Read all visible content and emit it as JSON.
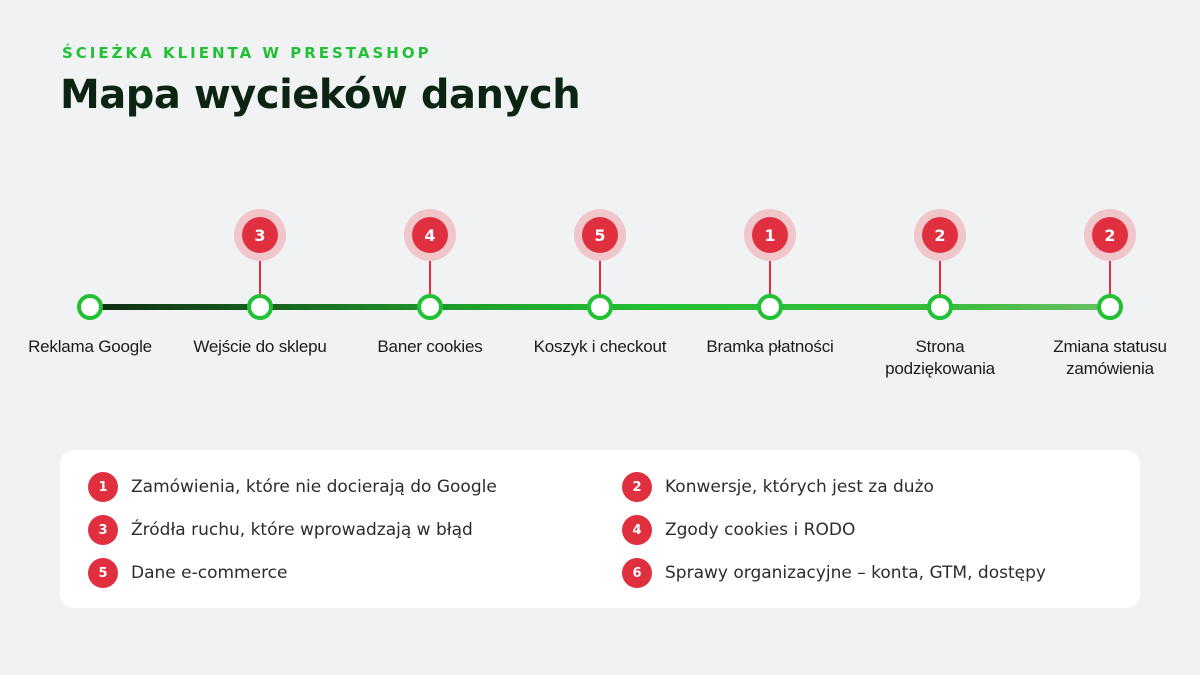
{
  "header": {
    "eyebrow": "ŚCIEŻKA KLIENTA W PRESTASHOP",
    "title": "Mapa wycieków danych"
  },
  "stages": [
    {
      "label": "Reklama Google",
      "marker": null
    },
    {
      "label": "Wejście do sklepu",
      "marker": "3"
    },
    {
      "label": "Baner cookies",
      "marker": "4"
    },
    {
      "label": "Koszyk i checkout",
      "marker": "5"
    },
    {
      "label": "Bramka płatności",
      "marker": "1"
    },
    {
      "label": "Strona\npodziękowania",
      "marker": "2"
    },
    {
      "label": "Zmiana statusu\nzamówienia",
      "marker": "2"
    }
  ],
  "legend": [
    {
      "num": "1",
      "text": "Zamówienia, które nie docierają do Google"
    },
    {
      "num": "2",
      "text": "Konwersje, których jest za dużo"
    },
    {
      "num": "3",
      "text": "Źródła ruchu, które wprowadzają w błąd"
    },
    {
      "num": "4",
      "text": "Zgody cookies i RODO"
    },
    {
      "num": "5",
      "text": "Dane e-commerce"
    },
    {
      "num": "6",
      "text": "Sprawy organizacyjne – konta, GTM, dostępy"
    }
  ],
  "colors": {
    "accent_green": "#22c035",
    "line_dark": "#0f3a16",
    "line_light": "#5cbf5c",
    "marker_red": "#e0303f",
    "marker_halo": "#f0c6ca",
    "title": "#0c2412"
  }
}
